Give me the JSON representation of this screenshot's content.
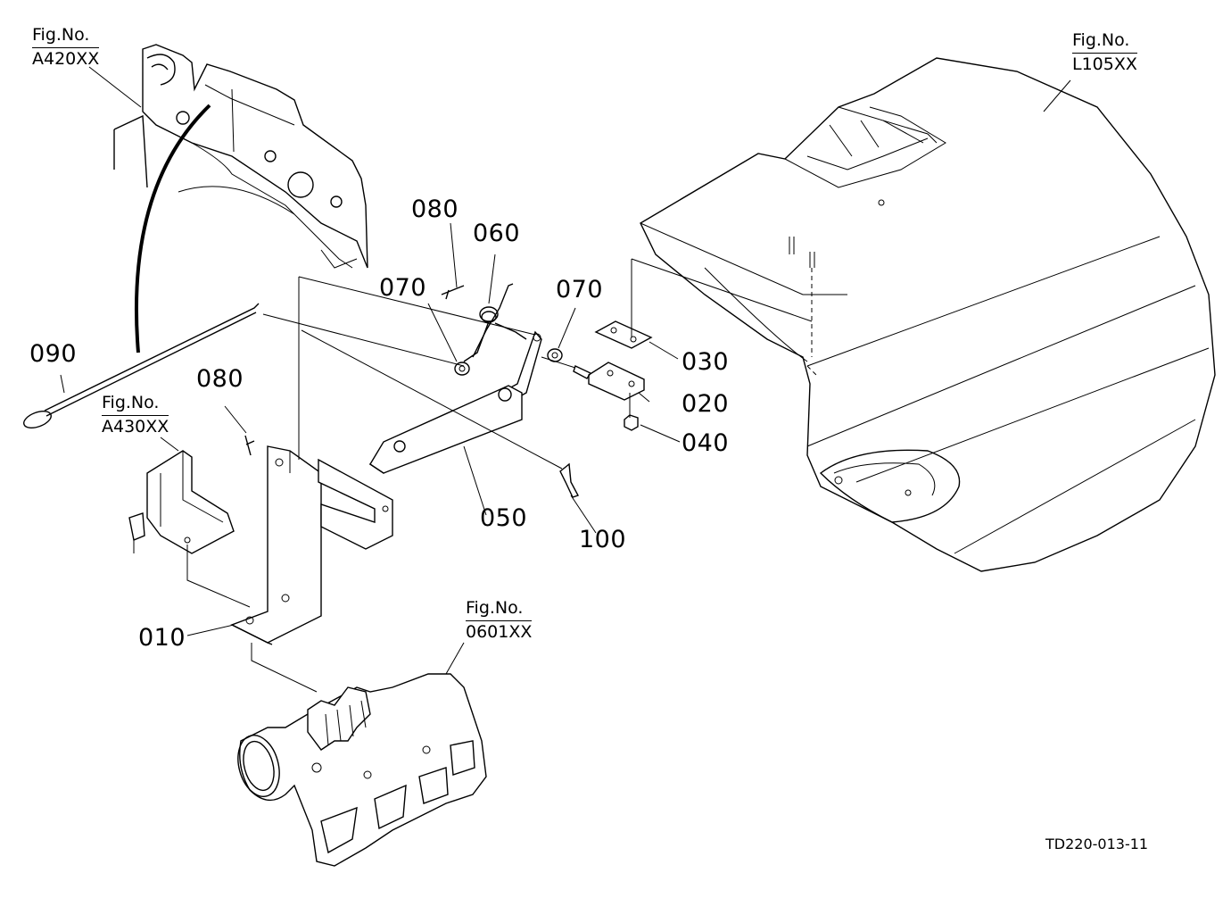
{
  "figure_refs": {
    "a420": {
      "label": "Fig.No.",
      "code": "A420XX"
    },
    "l105": {
      "label": "Fig.No.",
      "code": "L105XX"
    },
    "a430": {
      "label": "Fig.No.",
      "code": "A430XX"
    },
    "f0601": {
      "label": "Fig.No.",
      "code": "0601XX"
    }
  },
  "parts": {
    "p010": "010",
    "p020": "020",
    "p030": "030",
    "p040": "040",
    "p050": "050",
    "p060": "060",
    "p070_left": "070",
    "p070_right": "070",
    "p080_top": "080",
    "p080_left": "080",
    "p090": "090",
    "p100": "100"
  },
  "drawing_id": "TD220-013-11"
}
